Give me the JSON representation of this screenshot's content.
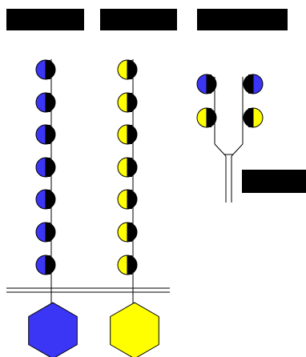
{
  "colors": {
    "blue": "#3b35f5",
    "yellow": "#ffff00",
    "black": "#000000",
    "line": "#000000",
    "background": "#ffffff"
  },
  "labels": {
    "header_left": "",
    "header_middle": "",
    "header_right": "",
    "side_label": ""
  },
  "chains": {
    "left": {
      "bead_count": 7,
      "bead_color": "blue",
      "base_color": "blue",
      "base_shape": "hexagon"
    },
    "middle": {
      "bead_count": 7,
      "bead_color": "yellow",
      "base_color": "yellow",
      "base_shape": "hexagon"
    },
    "right": {
      "branches": 2,
      "outer_beads": [
        "blue",
        "blue"
      ],
      "inner_beads": [
        "yellow",
        "yellow"
      ]
    }
  },
  "membrane": {
    "style": "double-line"
  }
}
